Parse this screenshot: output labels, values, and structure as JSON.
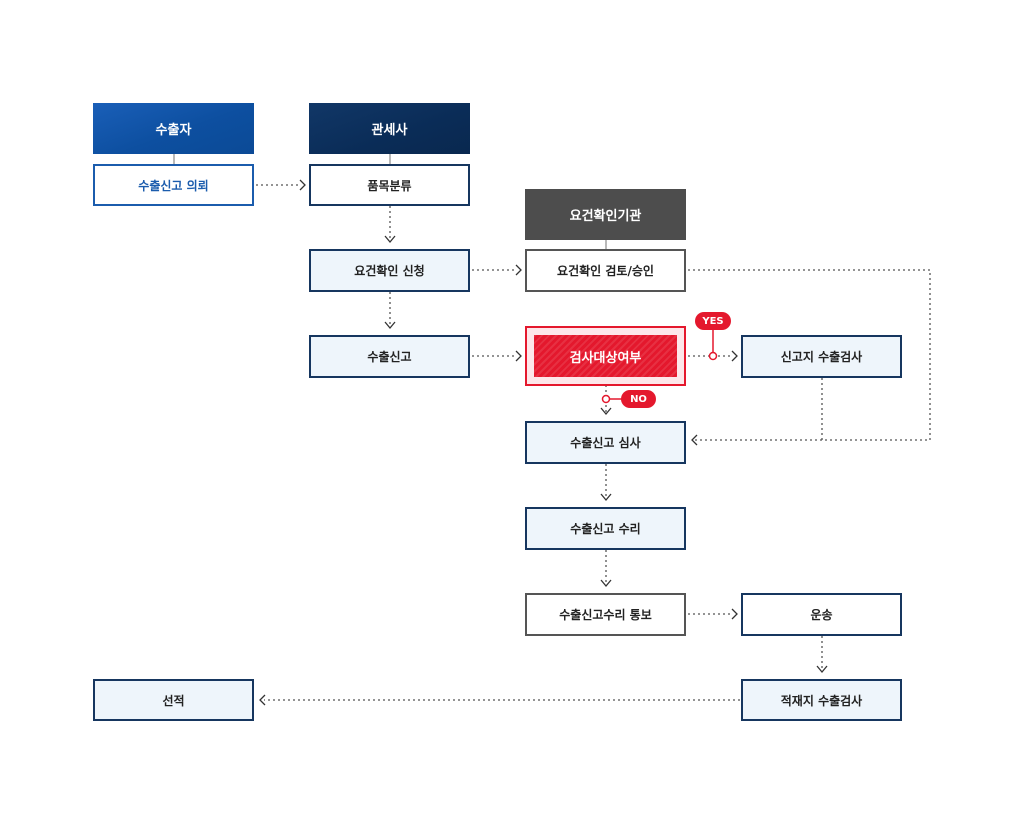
{
  "headers": {
    "exporter": "수출자",
    "customs_broker": "관세사",
    "requirement_agency": "요건확인기관"
  },
  "steps": {
    "export_request": "수출신고 의뢰",
    "item_classification": "품목분류",
    "requirement_application": "요건확인 신청",
    "requirement_review": "요건확인 검토/승인",
    "export_declaration": "수출신고",
    "inspection_decision": "검사대상여부",
    "declaration_site_inspection": "신고지 수출검사",
    "declaration_examination": "수출신고 심사",
    "declaration_acceptance": "수출신고 수리",
    "acceptance_notice": "수출신고수리 통보",
    "transport": "운송",
    "loading_site_inspection": "적재지 수출검사",
    "shipment": "선적"
  },
  "branches": {
    "yes": "YES",
    "no": "NO"
  },
  "colors": {
    "exporter_blue": "#1b5cad",
    "broker_navy": "#16365f",
    "agency_gray": "#4d4d4d",
    "alert_red": "#e4182d",
    "light_fill": "#eef5fb",
    "connector": "#555555"
  }
}
